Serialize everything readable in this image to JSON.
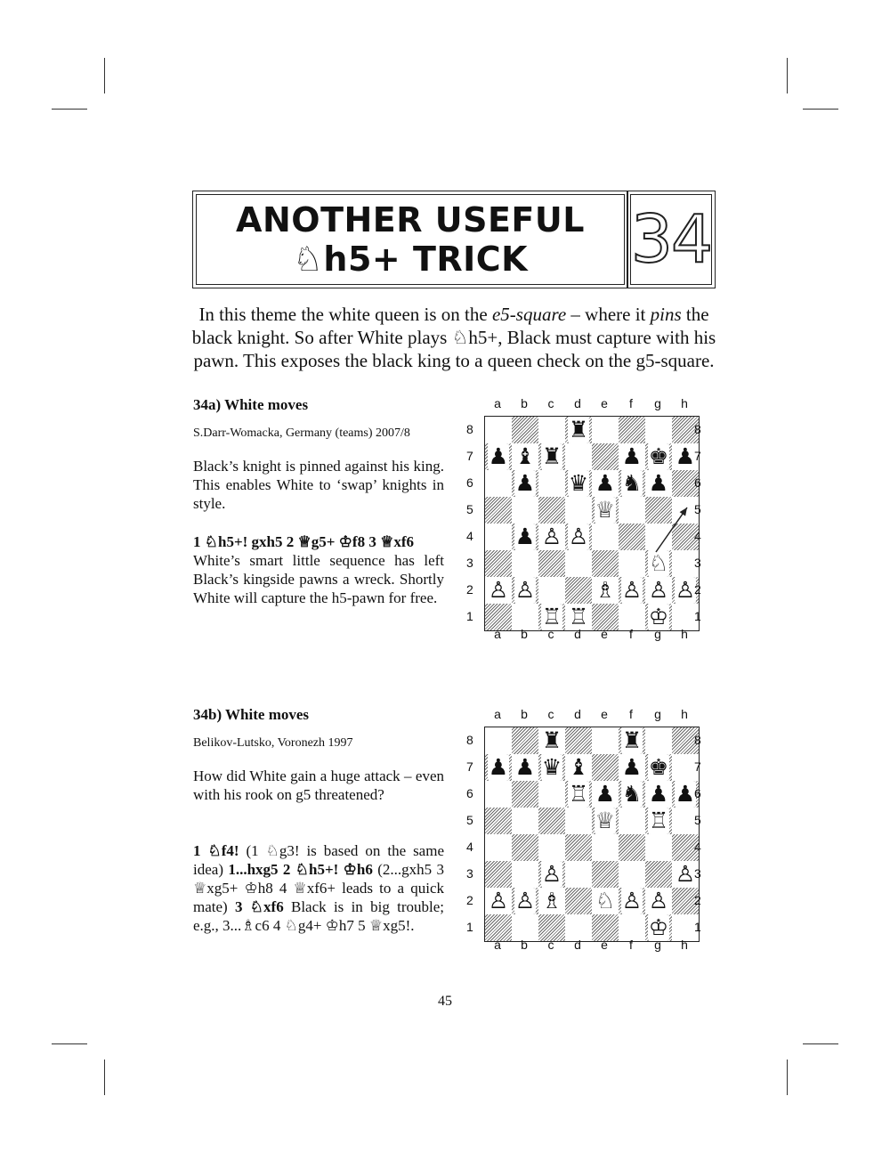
{
  "title": {
    "line1": "ANOTHER USEFUL",
    "line2": "♘h5+ TRICK",
    "number": "34"
  },
  "intro": {
    "line1_a": "In this theme the white queen is on the ",
    "line1_b": "e5-square",
    "line1_c": " – where it ",
    "line1_d": "pins",
    "line1_e": " the",
    "line2": "black knight. So after White plays ♘h5+, Black must capture with his",
    "line3": "pawn. This exposes the black king to a queen check on the g5-square."
  },
  "section_a": {
    "title": "34a)  White moves",
    "source": "S.Darr-Womacka, Germany (teams) 2007/8",
    "para1": "Black’s knight is pinned against his king. This enables White to ‘swap’ knights in style.",
    "moves": "1 ♘h5+! gxh5 2 ♕g5+ ♔f8 3 ♕xf6",
    "para2": "White’s smart little sequence has left Black’s kingside pawns a wreck. Shortly White will capture the h5-pawn for free."
  },
  "section_b": {
    "title": "34b)  White moves",
    "source": "Belikov-Lutsko, Voronezh 1997",
    "para1": "How did White gain a huge attack – even with his rook on g5 threatened?",
    "m1": "1 ♘f4!",
    "t1": " (1 ♘g3! is based on the same idea) ",
    "m2": "1...hxg5 2 ♘h5+! ♔h6",
    "t2": " (2...gxh5 3 ♕xg5+ ♔h8 4 ♕xf6+ leads to a quick mate) ",
    "m3": "3 ♘xf6",
    "t3": " Black is in big trouble; e.g., 3...♗c6 4 ♘g4+ ♔h7 5 ♕xg5!."
  },
  "boards": {
    "files": [
      "a",
      "b",
      "c",
      "d",
      "e",
      "f",
      "g",
      "h"
    ],
    "ranks": [
      "8",
      "7",
      "6",
      "5",
      "4",
      "3",
      "2",
      "1"
    ],
    "a": {
      "pieces": {
        "d8": "♜",
        "a7": "♟",
        "b7": "♝",
        "c7": "♜",
        "f7": "♟",
        "g7": "♚",
        "h7": "♟",
        "b6": "♟",
        "d6": "♛",
        "e6": "♟",
        "f6": "♞",
        "g6": "♟",
        "e5": "♕",
        "b4": "♟",
        "c4": "♙",
        "d4": "♙",
        "g3": "♘",
        "a2": "♙",
        "b2": "♙",
        "e2": "♗",
        "f2": "♙",
        "g2": "♙",
        "h2": "♙",
        "c1": "♖",
        "d1": "♖",
        "g1": "♔"
      },
      "arrow": {
        "from": "g3",
        "to": "h5"
      }
    },
    "b": {
      "pieces": {
        "c8": "♜",
        "f8": "♜",
        "a7": "♟",
        "b7": "♟",
        "c7": "♛",
        "d7": "♝",
        "f7": "♟",
        "g7": "♚",
        "d6": "♖",
        "e6": "♟",
        "f6": "♞",
        "g6": "♟",
        "h6": "♟",
        "e5": "♕",
        "g5": "♖",
        "c3": "♙",
        "h3": "♙",
        "a2": "♙",
        "b2": "♙",
        "c2": "♗",
        "e2": "♘",
        "f2": "♙",
        "g2": "♙",
        "g1": "♔"
      }
    }
  },
  "page_number": "45"
}
